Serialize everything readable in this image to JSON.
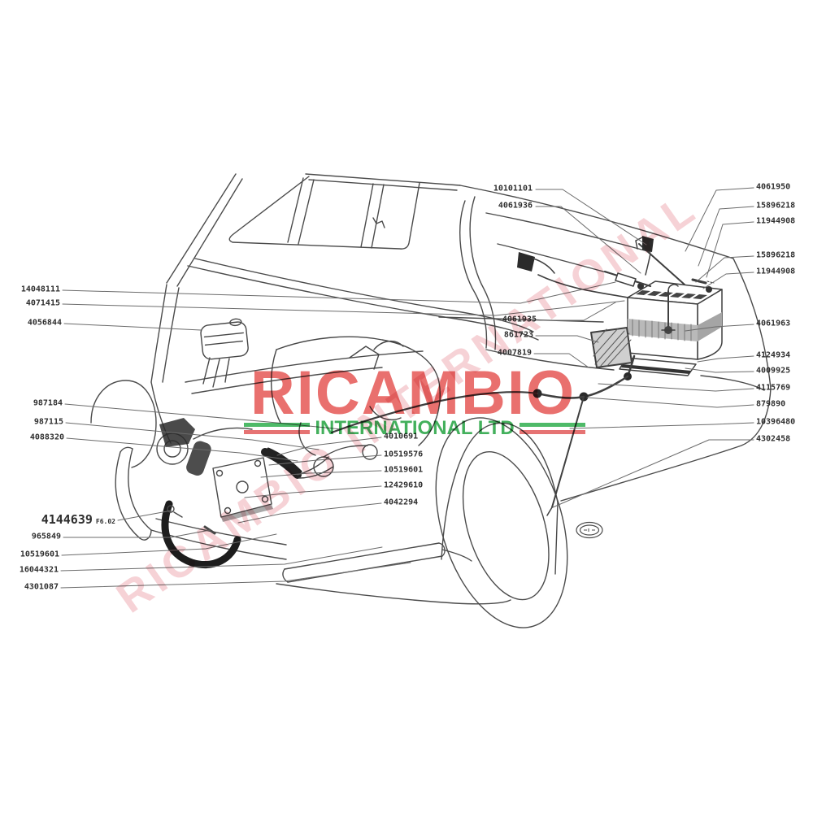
{
  "watermark": {
    "brand": "RICAMBIO",
    "subtitle": "INTERNATIONAL LTD",
    "diagonal": "RICAMBIO INTERNATIONAL",
    "brand_color": "#e4504e",
    "subtitle_color": "#2fa84b",
    "bar_green": "#2fae4d",
    "bar_red": "#e05050"
  },
  "part_labels": {
    "left_top": [
      "14048111",
      "4071415",
      "4056844"
    ],
    "left_mid": [
      "987184",
      "987115",
      "4088320"
    ],
    "left_main": {
      "number": "4144639",
      "suffix": "F6.02"
    },
    "left_bottom": [
      "965849",
      "10519601",
      "16044321",
      "4301087"
    ],
    "top_middle": [
      "10101101",
      "4061936"
    ],
    "middle": [
      "4061935",
      "861723",
      "4007819"
    ],
    "center": [
      "4010691",
      "10519576",
      "10519601",
      "12429610",
      "4042294"
    ],
    "right_top": [
      "4061950",
      "15896218",
      "11944908"
    ],
    "right_upper": [
      "15896218",
      "11944908"
    ],
    "right_bottom": [
      "4061963",
      "4124934",
      "4009925",
      "4115769",
      "879890",
      "10396480",
      "4302458"
    ]
  }
}
